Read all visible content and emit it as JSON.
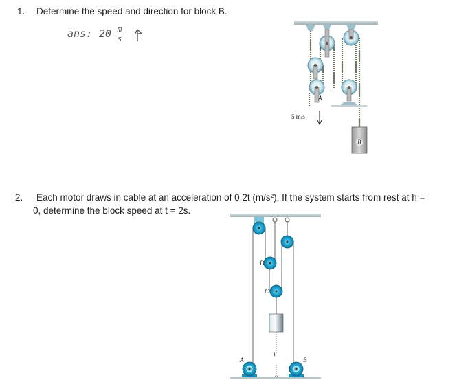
{
  "problems": [
    {
      "number": "1.",
      "text": "Determine the speed and direction for block B.",
      "answer": {
        "prefix": "ans:",
        "value": "20",
        "unit_numerator": "m",
        "unit_denominator": "s",
        "direction_symbol": "↑"
      },
      "figure": {
        "labels": {
          "pulley_A": "A",
          "block_B": "B",
          "velocity": "5 m/s"
        }
      }
    },
    {
      "number": "2.",
      "text_line1": "Each motor draws in cable at an acceleration of 0.2t (m/s²).  If the system starts from rest at h =",
      "text_line2": "0, determine the block speed at t = 2s.",
      "figure": {
        "labels": {
          "pulley_D": "D",
          "pulley_C": "C",
          "height": "h",
          "motor_A": "A",
          "motor_B": "B"
        }
      }
    }
  ],
  "colors": {
    "pulley_blue_1": "#bcdbe6",
    "pulley_blue_2": "#1aa2d0",
    "rope": "#6b7a5e",
    "ceiling": "#b9c6c8"
  }
}
